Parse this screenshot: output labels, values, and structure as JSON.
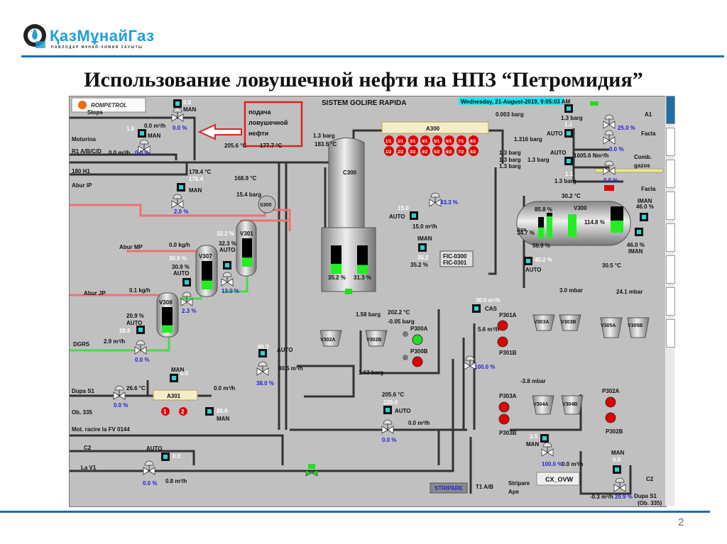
{
  "header": {
    "logo_text": "ҚазМұнайГаз",
    "logo_subtitle": "ПАВЛОДАР МҰНАЙ-ХИМИЯ ЗАУЫТЫ",
    "slide_title": "Использование ловушечной нефти на НПЗ “Петромидия”",
    "page_number": "2"
  },
  "scada": {
    "brand": "ROMPETROL",
    "system_title": "SISTEM GOLIRE RAPIDA",
    "datetime": "Wednesday, 21-August-2019, 9:05:03 AM",
    "callout": [
      "подача",
      "ловушечной",
      "нефти"
    ],
    "colors": {
      "background": "#c0c0c0",
      "steam": "#f07070",
      "water": "#4bd84b",
      "gas": "#e6e68a",
      "alarm": "#e00000",
      "ok": "#22dd22",
      "setpoint": "#2323d8",
      "callout": "#e02020",
      "datetime_bg": "#22e5f0"
    },
    "streams": {
      "slops": "Slops",
      "motorina": "Motorina",
      "r1": "R1 A/B/C/D",
      "h180": "180 H1",
      "abur_ip": "Abur IP",
      "abur_mp": "Abur MP",
      "abur_jp": "Abur JP",
      "dgrs": "DGRS",
      "dupa_s1": "Dupa S1",
      "ob335": "Ob. 335",
      "mot_racire": "Mot. racire la FV 0144",
      "c2": "C2",
      "la_v1": "La V1",
      "a1": "A1",
      "facla1": "Facla",
      "comb_gazos": [
        "Comb.",
        "gazos"
      ],
      "facla2": "Facla",
      "t1": "T1 A/B",
      "stripare_ape": [
        "Stripare",
        "Ape"
      ],
      "c2_right": "C2",
      "dupa_s1_right": [
        "Dupa S1",
        "(Ob. 335)"
      ]
    },
    "equipment": {
      "c300": "C300",
      "a300": "A300",
      "a301": "A301",
      "s300": "S300",
      "v300": "V300",
      "apa": "Apa",
      "v301": "V301",
      "v307": "V307",
      "v308": "V308",
      "v302a": "V302A",
      "v302b": "V302B",
      "p300a": "P300A",
      "p300b": "P300B",
      "p301a": "P301A",
      "p301b": "P301B",
      "v303a": "V303A",
      "v303b": "V303B",
      "v305a": "V305A",
      "v305b": "V305B",
      "p303a": "P303A",
      "p303b": "P303B",
      "v304a": "V304A",
      "v304b": "V304B",
      "p302a": "P302A",
      "p302b": "P302B",
      "fans_row1": [
        "1/1",
        "2/1",
        "3/1",
        "4/1",
        "5/1",
        "6/1",
        "7/1",
        "8/1"
      ],
      "fans_row2": [
        "1/2",
        "2/2",
        "3/2",
        "4/2",
        "5/2",
        "6/2",
        "7/2",
        "8/2"
      ],
      "a301_fans": [
        "1",
        "2"
      ]
    },
    "levels": {
      "v301": 0.32,
      "v307": 0.31,
      "v308": 0.29,
      "c300_left": 0.35,
      "c300_right": 0.31,
      "v300_apa": 0.51,
      "v300_mid": 0.86,
      "v300_main": 1.0,
      "v300_right": 0.46
    },
    "values": {
      "slops_sp": "0.0",
      "slops_mode": "MAN",
      "slops_out": "0.0 %",
      "motorina_sp": "1.0",
      "motorina_mode": "MAN",
      "motorina_flow": "0.0 m³/h",
      "motorina_out": "0.0 %",
      "t1": "205.6 °C",
      "t2": "177.7 °C",
      "t3": "178.4 °C",
      "t3_sp": "178.4",
      "t4": "168.9 °C",
      "ip_mode": "MAN",
      "ip_out": "2.0 %",
      "s300_p": "15.4 barg",
      "v301_sp": "32.2 %",
      "v301_pv": "32.3 %",
      "v301_mode": "AUTO",
      "v301_out": "13.0 %",
      "mp_flow": "0.0 kg/h",
      "v307_sp": "30.9 %",
      "v307_pv": "30.9 %",
      "v307_mode": "AUTO",
      "v307_out": "2.3 %",
      "jp_flow": "0.1 kg/h",
      "v308_pv": "20.9 %",
      "v308_mode": "AUTO",
      "v308_sp": "28.6",
      "dgrs_flow": "2.9 m³/h",
      "dgrs_out": "0.0 %",
      "fic_sp": "80.3",
      "fic_mode": "AUTO",
      "fic_flow": "80.5 m³/h",
      "fic_out": "38.0 %",
      "a301_mode": "MAN",
      "a301_sp": "0.0",
      "dupa_temp": "26.6 °C",
      "dupa_flow": "0.0 m³/h",
      "dupa_out": "0.0 %",
      "a301_fan_sp": "26.6",
      "a301_fan_mode": "MAN",
      "lav1_mode": "AUTO",
      "lav1_sp": "0.0",
      "lav1_out": "0.0 %",
      "lav1_flow": "0.8 m³/h",
      "c300_top_p": "1.3 barg",
      "c300_top_t": "183.5 °C",
      "reflux_out": "43.3 %",
      "reflux_sp": "15.0",
      "reflux_mode": "AUTO",
      "reflux_flow": "15.0 m³/h",
      "c300_iman": "IMAN",
      "c300_sp": "35.2",
      "c300_pv": "35.2 %",
      "c300_l1": "35.2 %",
      "c300_l2": "31.3 %",
      "fic_tag1": "FIC-0300",
      "fic_tag2": "FIC-0301",
      "p_158": "1.58 barg",
      "p_005": "-0.05 barg",
      "p_163": "1.63 barg",
      "t_2022": "202.2 °C",
      "bot_temp": "205.6 °C",
      "bot_sp": "220.0",
      "bot_mode": "AUTO",
      "bot_flow": "0.0 m³/h",
      "bot_out": "0.0 %",
      "stripare_btn": "STRIPARE",
      "p0003": "0.003 barg",
      "p1316": "1.316 barg",
      "p13a": "1.3 barg",
      "p13b": "1.3 barg",
      "p13c": "1.3 barg",
      "p13d": "1.3 barg",
      "pc_p": "1.3 barg",
      "pc_sp": "1.1",
      "pc_mode": "AUTO",
      "pc2_mode": "AUTO",
      "pc2_sp": "1.1",
      "pc2_p": "1.3 barg",
      "a1_out": "25.0 %",
      "facla_out": "0.0 %",
      "gas_flow": "1605.6 Nm³/h",
      "gas_out": "0.0 %",
      "v300_t": "30.2 °C",
      "v300_iman": "IMAN",
      "v300_iman_pv": "46.0 %",
      "v300_r_pv": "46.0 %",
      "v300_r_mode": "IMAN",
      "v300_l1": "85.8 %",
      "v300_l2": "114.8 %",
      "v300_apa_l": "50.9 %",
      "v300_apa_pct": "34.7 %",
      "v300_auto_sp": "40.2 %",
      "v300_auto_mode": "AUTO",
      "v300_bot_t": "30.5 °C",
      "cas_flow": "30.0 m³/h",
      "cas_mode": "CAS",
      "p301_flow": "5.6 m³/h",
      "cas_out": "100.0 %",
      "mbar3": "3.0 mbar",
      "mbar241": "24.1 mbar",
      "mbar38": "-3.8 mbar",
      "p303_sp": "3.5",
      "p303_mode": "MAN",
      "p303_out": "100.0 %",
      "p303_flow": "0.0 m³/h",
      "right_mode": "MAN",
      "right_sp": "0.0",
      "right_flow": "-0.3 m³/h",
      "right_out": "20.9 %",
      "cx_ovw_btn": "CX_OVW"
    }
  }
}
